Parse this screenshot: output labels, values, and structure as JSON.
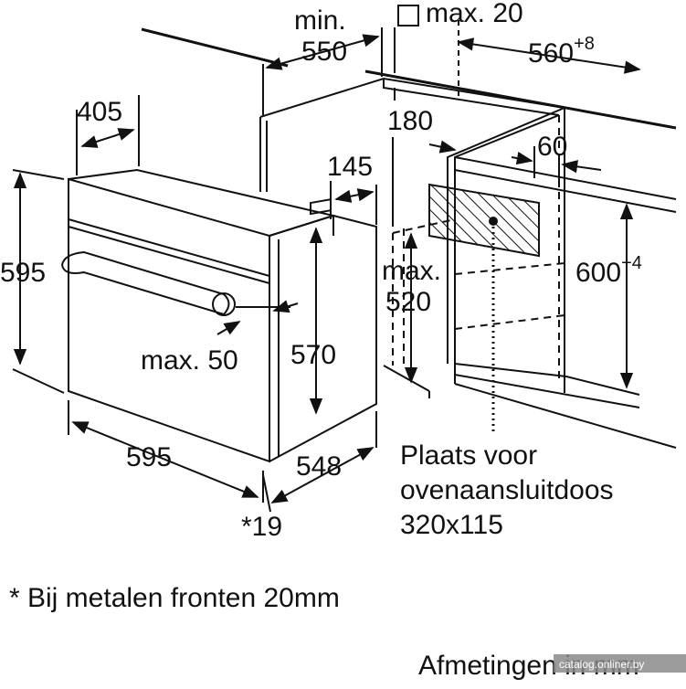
{
  "dimensions": {
    "min_label": "min.",
    "min_value": "550",
    "max_square_label": "max. 20",
    "niche_width": "560",
    "niche_width_tol": "+8",
    "oven_depth_top": "405",
    "gap_180": "180",
    "gap_60": "60",
    "gap_145": "145",
    "oven_height": "595",
    "niche_height": "600",
    "niche_height_tol": "+4",
    "max_520_label": "max.",
    "max_520_value": "520",
    "body_height": "570",
    "max_50": "max. 50",
    "oven_width": "595",
    "oven_depth": "548",
    "offset_19": "*19"
  },
  "box_label": {
    "line1": "Plaats voor",
    "line2": "ovenaansluitdoos",
    "line3": "320x115"
  },
  "footnote": "* Bij metalen fronten 20mm",
  "caption": "Afmetingen in mm",
  "watermark": "catalog.onliner.by",
  "colors": {
    "line": "#111111",
    "hatch": "#111111",
    "background": "#ffffff"
  }
}
